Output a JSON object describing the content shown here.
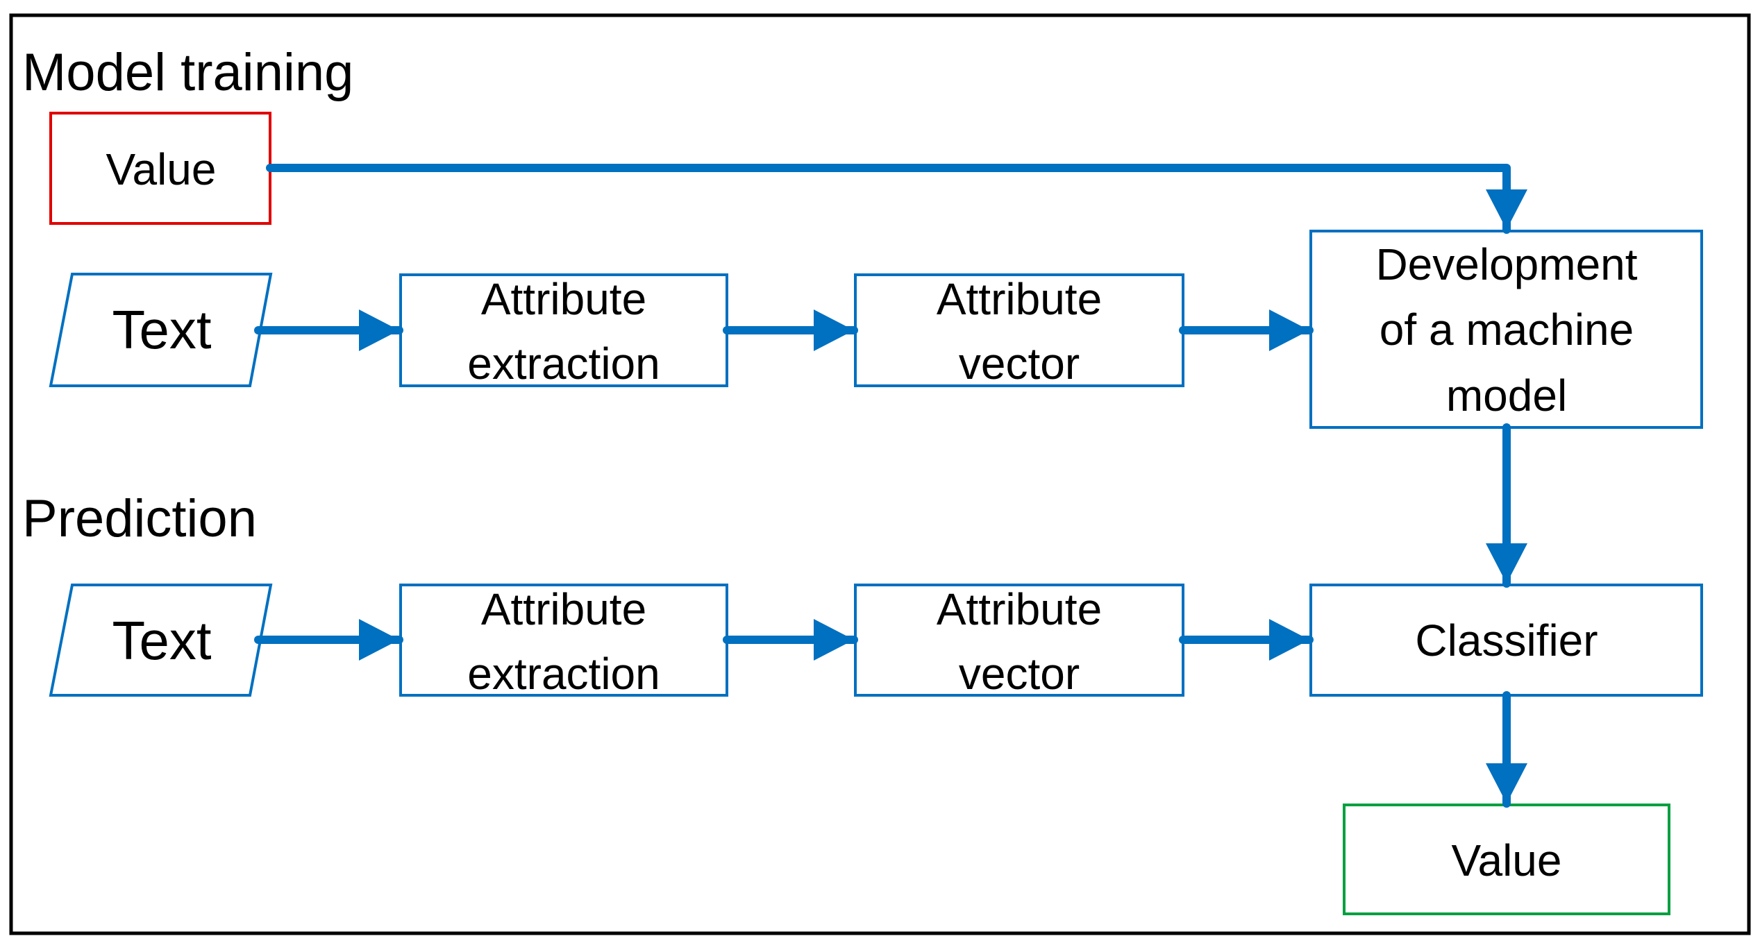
{
  "colors": {
    "accent": "#0070C0",
    "frame": "#000000",
    "input_value_border": "#E00000",
    "output_value_border": "#00A040",
    "text": "#000000"
  },
  "sections": {
    "training": "Model training",
    "prediction": "Prediction"
  },
  "training": {
    "value": "Value",
    "text": "Text",
    "extraction": [
      "Attribute",
      "extraction"
    ],
    "vector": [
      "Attribute",
      "vector"
    ],
    "model": [
      "Development",
      "of a machine",
      "model"
    ]
  },
  "prediction": {
    "text": "Text",
    "extraction": [
      "Attribute",
      "extraction"
    ],
    "vector": [
      "Attribute",
      "vector"
    ],
    "classifier": "Classifier",
    "value": "Value"
  }
}
